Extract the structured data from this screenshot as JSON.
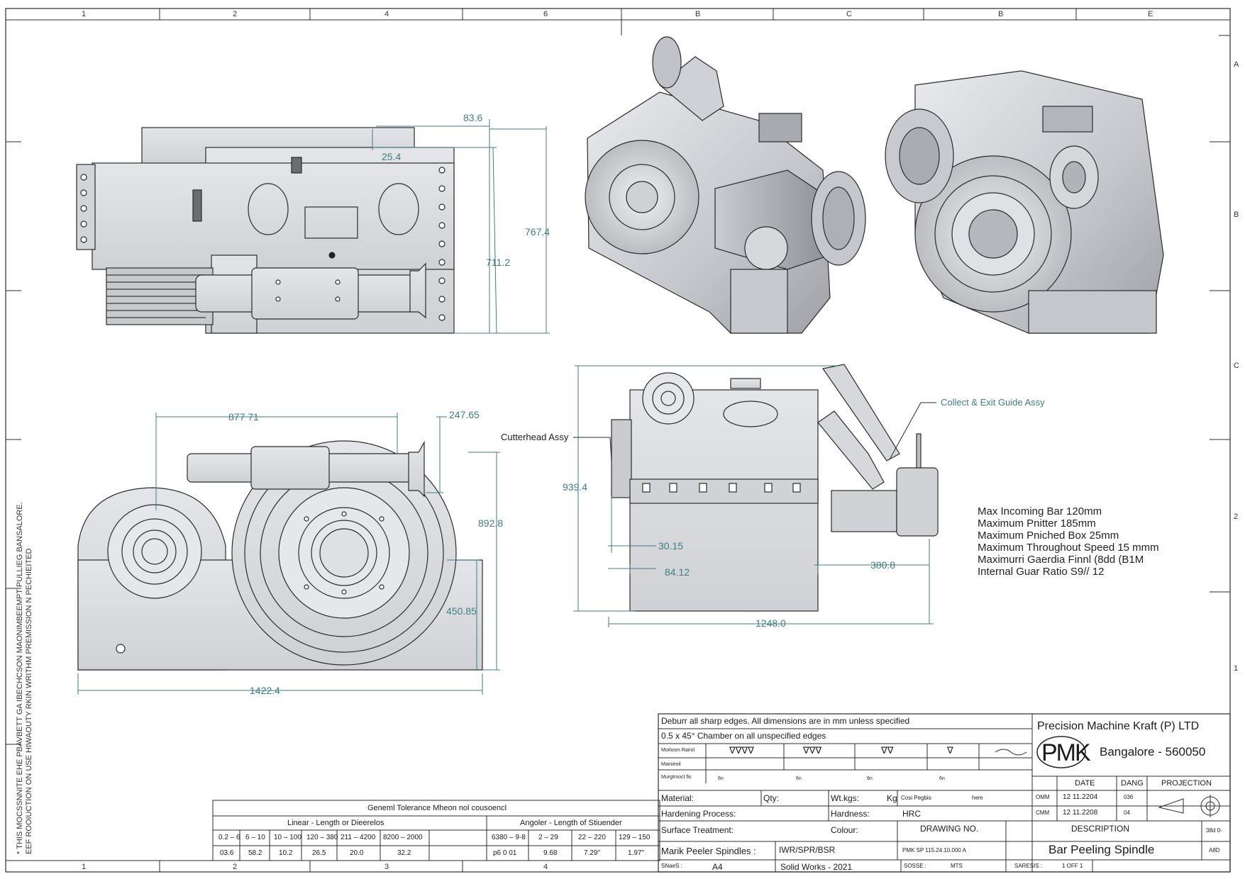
{
  "zones": {
    "top": [
      "1",
      "2",
      "4",
      "6",
      "B",
      "C",
      "B",
      "E"
    ],
    "bottom": [
      "1",
      "2",
      "3",
      "4"
    ],
    "right": [
      "A",
      "B",
      "C",
      "2",
      "1"
    ]
  },
  "side_note": {
    "line1": "* THIS MOCSSNNITE EHE PBAVBETT GA IBECHCSON MAONIMBEEMPT PULLIEG BANSALORE.",
    "line2": "EEF ROOIUCTION ON USE HIWAOUTY RKIN WRITHM PREMISSION N PECHIEITED"
  },
  "dimensions": {
    "d1": "83.6",
    "d2": "25.4",
    "d3": "767.4",
    "d4": "711.2",
    "d5": "877 71",
    "d6": "247.65",
    "d7": "892.8",
    "d8": "450.85",
    "d9": "1422.4",
    "d10": "939.4",
    "d11": "30.15",
    "d12": "84.12",
    "d13": "380.8",
    "d14": "1248.0"
  },
  "callouts": {
    "cutterhead": "Cutterhead Assy",
    "collect": "Collect & Exit Guide Assy"
  },
  "specs": [
    "Max Incoming Bar 120mm",
    "Maximum Pnitter 185mm",
    "Maximum Pniched Box 25mm",
    "Maximum Throughout Speed 15 mmm",
    "Maximurri Gaerdia Finnl (8dd (B1M",
    "Internal Guar Ratio S9// 12"
  ],
  "tolerance": {
    "title": "Geneml Tolerance Mheon nol cousoencl",
    "linear_header": "Linear - Length or Dieerelos",
    "angular_header": "Angoler - Length of Stiuender",
    "ranges": [
      "0.2 – 6",
      "6 – 10",
      "10 – 100",
      "120 – 380",
      "211 – 4200",
      "8200 – 2000",
      "6380 – 9-8",
      "2 – 29",
      "22 – 220",
      "129 – 150"
    ],
    "values": [
      "03.6",
      "58.2",
      "10.2",
      "26.5",
      "20.0",
      "32.2",
      "p6 0 01",
      "9.68",
      "7.29\"",
      "1.97\""
    ]
  },
  "title_block": {
    "note1": "Deburr all sharp edges. All dimensions are in mm unless specified",
    "note2": "0.5 x 45° Chamber on all unspecified edges",
    "row_labels": [
      "Morlosm Rairol",
      "Mainieoil",
      "Murgtrooct fis"
    ],
    "cell_code": "6n",
    "symbols": [
      "∇∇∇∇",
      "∇∇∇",
      "∇∇",
      "∇",
      "∼"
    ],
    "material_label": "Material:",
    "qty_label": "Qty:",
    "wt_label": "Wt.kgs:",
    "kg": "Kg",
    "cost_label": "Cosi Pegbis",
    "cost_value": "hem",
    "hardening_label": "Hardening Process:",
    "hardness_label": "Hardness:",
    "hardness_value": "HRC",
    "surface_label": "Surface Treatment:",
    "colour_label": "Colour:",
    "drawing_no_label": "DRAWING NO.",
    "description_label": "DESCRIPTION",
    "machine_label": "Marik Peeler Spindles :",
    "machine_value": "IWR/SPR/BSR",
    "drawing_no": "PMK SP 115.24.10.000 A",
    "description": "Bar Peeling Spindle",
    "sheet_size_label": "SNaeS :",
    "sheet_size": "A4",
    "software": "Solid Works - 2021",
    "scale_label": "SOSSE :",
    "scale_value": "MTS",
    "sheets_label": "SARESIS :",
    "sheets_value": "1    OFF    1",
    "company": "Precision Machine Kraft (P) LTD",
    "logo": "PMK",
    "city": "Bangalore - 560050",
    "date_header": "DATE",
    "dang_header": "DANG",
    "projection_label": "PROJECTION",
    "rows": [
      {
        "who": "OMM",
        "date": "12 11.2204",
        "code": "036"
      },
      {
        "who": "CMM",
        "date": "12 11.2208",
        "code": "04"
      }
    ],
    "rev1": "38d 0-",
    "rev2": "A8D"
  },
  "colors": {
    "line": "#2b2b2b",
    "dimension": "#3d7f82",
    "body": "#d9dade",
    "shade": "#b8babf",
    "iso_light": "#dcdde1",
    "iso_dark": "#a9abb1"
  }
}
